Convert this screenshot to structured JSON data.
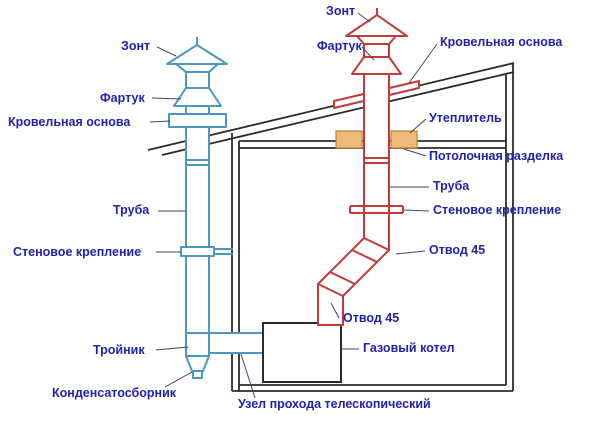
{
  "diagram": {
    "type": "chimney-installation-scheme",
    "colors": {
      "label": "#2222b0",
      "blue": "#4a97c2",
      "red": "#c23b3b",
      "house": "#2b2b2b",
      "insulation_fill": "#eeba7a",
      "insulation_stroke": "#bf7f2f",
      "leader": "#44446a"
    },
    "labels": {
      "zont_blue": "Зонт",
      "fartuk_blue": "Фартук",
      "krov_blue": "Кровельная основа",
      "truba_blue": "Труба",
      "stenovoe_blue": "Стеновое крепление",
      "troinik": "Тройник",
      "kondensat": "Конденсатосборник",
      "uzel": "Узел прохода телескопический",
      "zont_red": "Зонт",
      "fartuk_red": "Фартук",
      "krov_red": "Кровельная основа",
      "uteplitel": "Утеплитель",
      "potolochnaya": "Потолочная разделка",
      "truba_red": "Труба",
      "stenovoe_red": "Стеновое крепление",
      "otvod_upper": "Отвод 45",
      "otvod_lower": "Отвод 45",
      "kotel": "Газовый котел"
    }
  }
}
